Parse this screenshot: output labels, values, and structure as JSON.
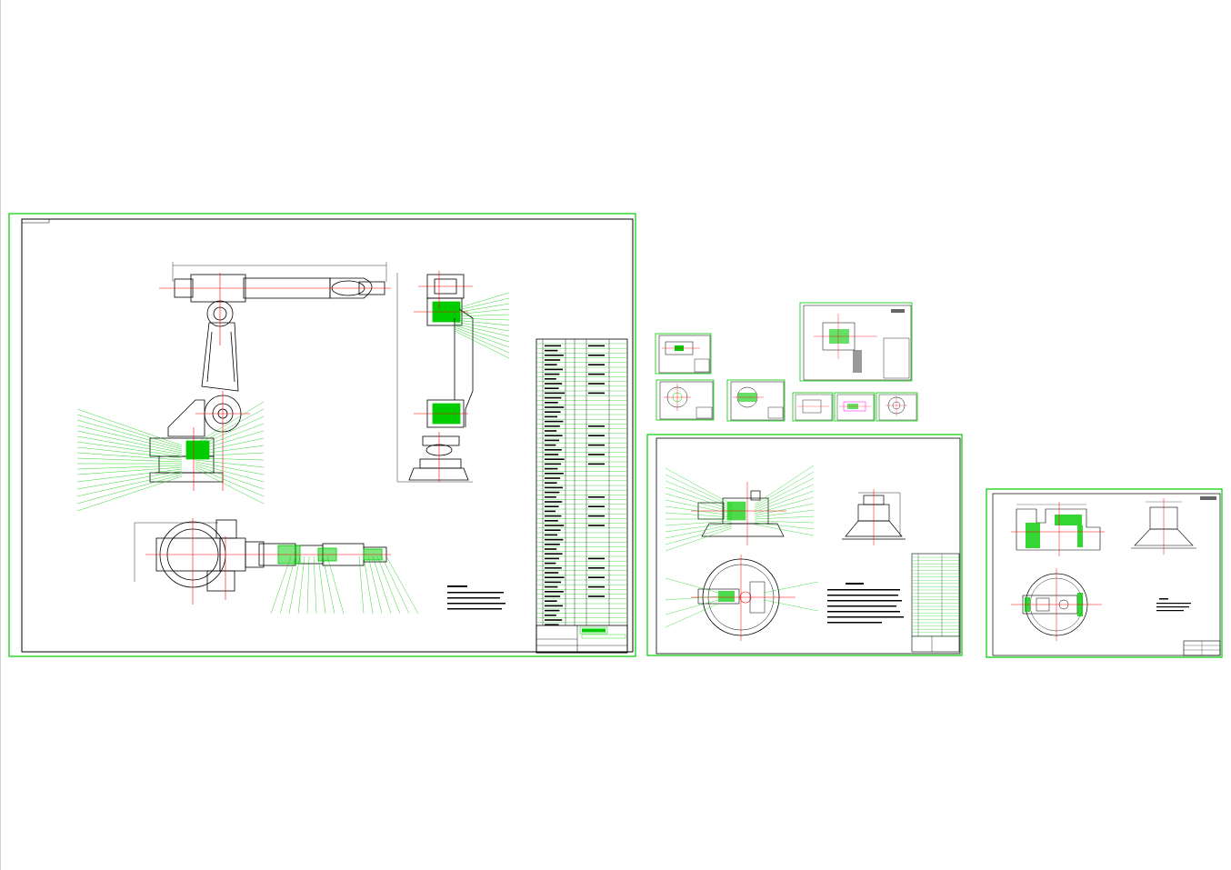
{
  "colors": {
    "background": "#ffffff",
    "frame": "#00cc00",
    "line": "#000000",
    "center_line": "#ff0000",
    "leader": "#00cc00",
    "accent": "#ff00ff"
  },
  "sheets": [
    {
      "id": "main-assembly",
      "kind": "assembly",
      "title": ""
    },
    {
      "id": "detail-1",
      "kind": "part",
      "title": ""
    },
    {
      "id": "detail-2",
      "kind": "part",
      "title": ""
    },
    {
      "id": "detail-3",
      "kind": "part",
      "title": ""
    },
    {
      "id": "detail-4",
      "kind": "part",
      "title": ""
    },
    {
      "id": "detail-5",
      "kind": "part",
      "title": ""
    },
    {
      "id": "detail-6",
      "kind": "part",
      "title": ""
    },
    {
      "id": "detail-7",
      "kind": "part",
      "title": ""
    },
    {
      "id": "base-assembly",
      "kind": "assembly",
      "title": ""
    },
    {
      "id": "base-part",
      "kind": "part",
      "title": ""
    }
  ]
}
